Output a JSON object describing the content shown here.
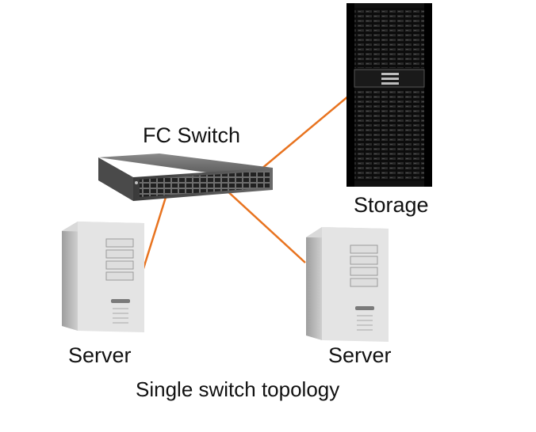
{
  "labels": {
    "switch": "FC Switch",
    "storage": "Storage",
    "server_left": "Server",
    "server_right": "Server",
    "caption": "Single switch topology"
  },
  "colors": {
    "link": "#e8731f",
    "storage_body": "#111111",
    "server_body": "#e4e4e4",
    "switch_body": "#5a5a5a"
  },
  "nodes": [
    {
      "id": "fc-switch",
      "kind": "switch",
      "label": "FC Switch",
      "icon": "fc-switch-icon"
    },
    {
      "id": "storage",
      "kind": "storage-array",
      "label": "Storage",
      "icon": "storage-rack-icon"
    },
    {
      "id": "server-left",
      "kind": "server",
      "label": "Server",
      "icon": "tower-server-icon"
    },
    {
      "id": "server-right",
      "kind": "server",
      "label": "Server",
      "icon": "tower-server-icon"
    }
  ],
  "links": [
    {
      "from": "fc-switch",
      "to": "storage"
    },
    {
      "from": "fc-switch",
      "to": "server-left"
    },
    {
      "from": "fc-switch",
      "to": "server-right"
    }
  ]
}
